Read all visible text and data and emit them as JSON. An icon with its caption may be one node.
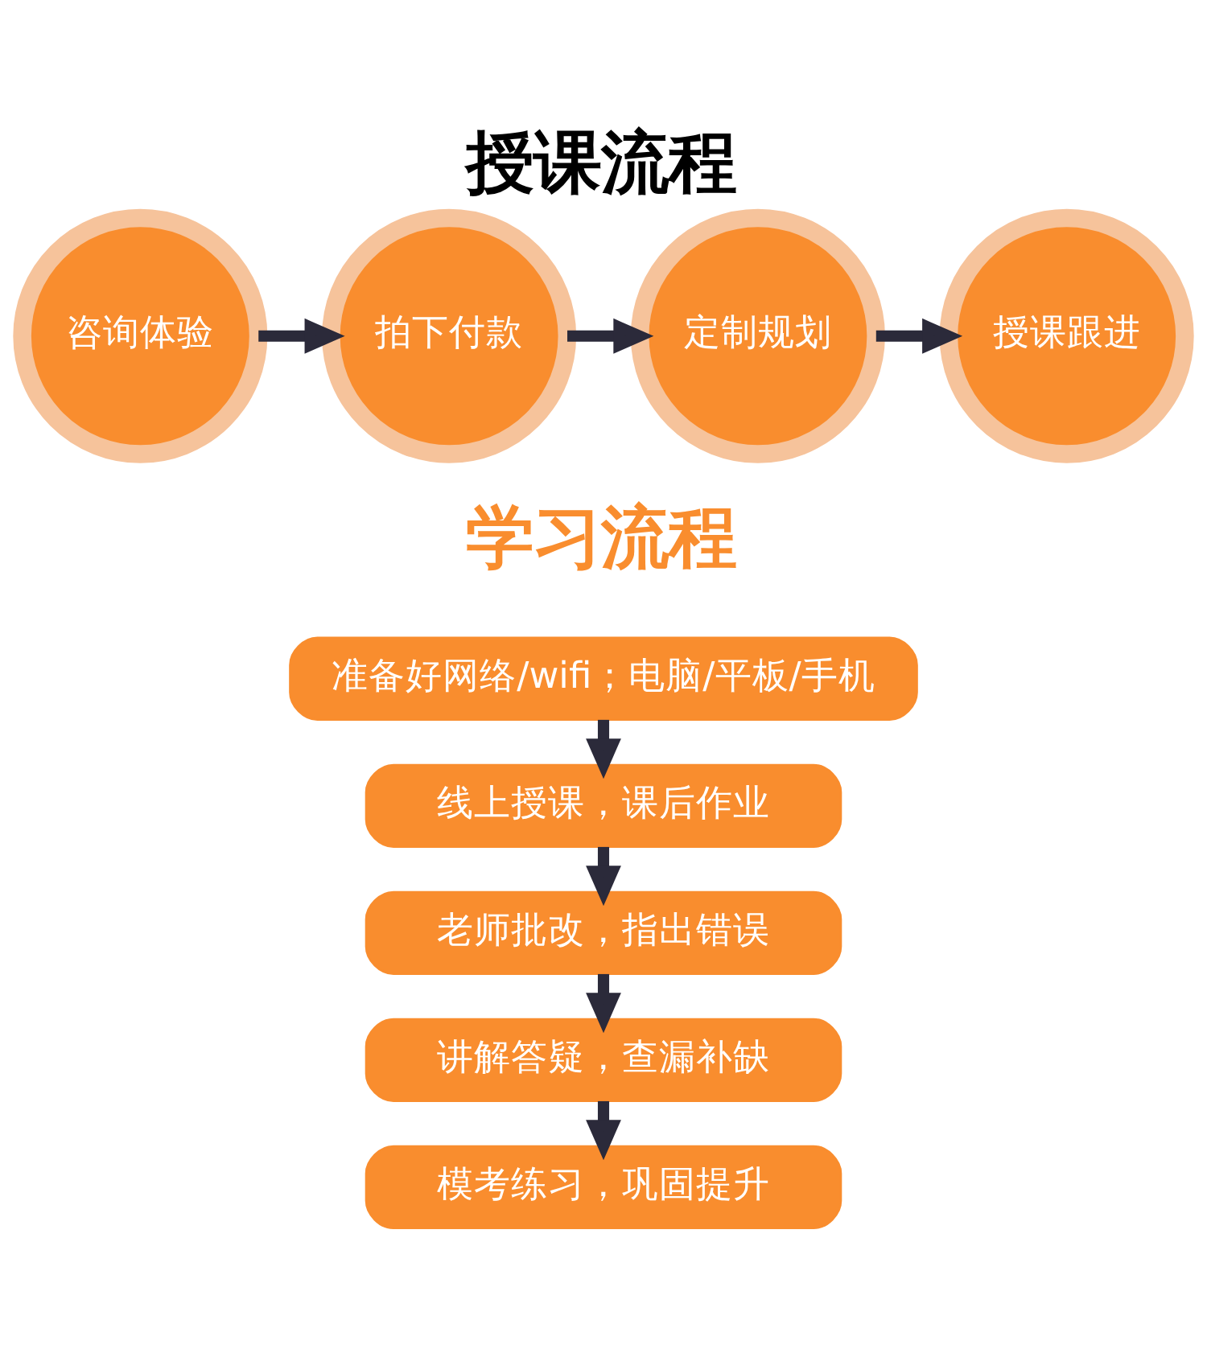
{
  "diagram": {
    "title": "授课流程",
    "nodes": [
      {
        "text": [
          "咨询体验"
        ]
      },
      {
        "text": [
          "拍下付款"
        ]
      },
      {
        "text": [
          "定制规划"
        ]
      },
      {
        "text": [
          "授课跟进"
        ]
      },
      {
        "text": [
          "准备好网络/wifi；电脑/平板/手机"
        ]
      },
      {
        "text": [
          "线上授课，课后作业"
        ]
      },
      {
        "text": [
          "老师批改，指出错误"
        ]
      },
      {
        "text": [
          "讲解答疑，查漏补缺"
        ]
      },
      {
        "text": [
          "模考练习，巩固提升"
        ]
      }
    ],
    "edges": [
      {
        "from": 0,
        "to": 1,
        "arrow": "to"
      },
      {
        "from": 1,
        "to": 2,
        "arrow": "to"
      },
      {
        "from": 2,
        "to": 3,
        "arrow": "to"
      },
      {
        "from": 4,
        "to": 5,
        "arrow": "to"
      },
      {
        "from": 5,
        "to": 6,
        "arrow": "to"
      },
      {
        "from": 6,
        "to": 7,
        "arrow": "to"
      },
      {
        "from": 7,
        "to": 8,
        "arrow": "to"
      }
    ],
    "labels": [
      "学习流程"
    ]
  }
}
